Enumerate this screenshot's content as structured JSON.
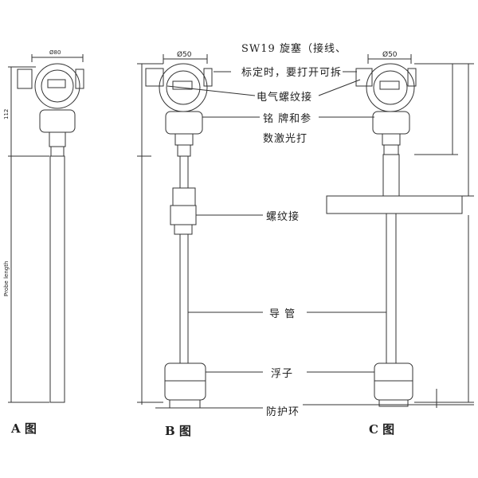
{
  "dimensions": {
    "a_diameter": "Ø80",
    "a_height": "112",
    "a_probe": "Probe length",
    "b_diameter": "Ø50",
    "c_diameter": "Ø50"
  },
  "labels": {
    "plug_line1": "SW19 旋塞（接线、",
    "plug_line2": "标定时，要打开可拆",
    "electrical": "电气螺纹接",
    "nameplate1": "铭 牌和参",
    "nameplate2": "数激光打",
    "thread": "螺纹接",
    "tube": "导 管",
    "float": "浮子",
    "ring": "防护环"
  },
  "captions": {
    "a": "A 图",
    "b": "B 图",
    "c": "C 图"
  }
}
